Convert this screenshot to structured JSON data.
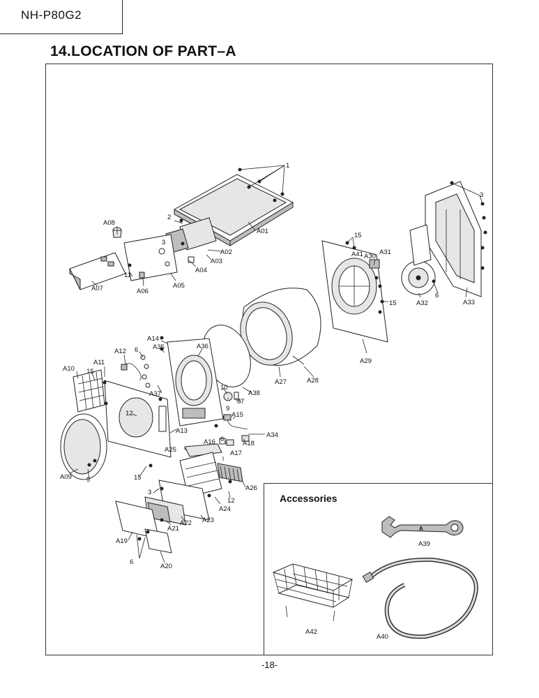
{
  "header": {
    "model": "NH-P80G2"
  },
  "page": {
    "title": "14.LOCATION OF PART–A",
    "number": "-18-"
  },
  "accessories": {
    "title": "Accessories"
  },
  "callouts": [
    "1",
    "2",
    "3",
    "A01",
    "A02",
    "A03",
    "A04",
    "A05",
    "A06",
    "A07",
    "A08",
    "11",
    "15",
    "A41",
    "A30",
    "A31",
    "15",
    "A29",
    "3",
    "A32",
    "6",
    "A33",
    "A14",
    "A35",
    "A36",
    "6",
    "A12",
    "A11",
    "A10",
    "15",
    "A37",
    "12",
    "10",
    "9",
    "8",
    "7",
    "A15",
    "A38",
    "A27",
    "A28",
    "A09",
    "5",
    "A13",
    "A34",
    "A16",
    "6",
    "A18",
    "A17",
    "A25",
    "15",
    "A26",
    "12",
    "3",
    "A24",
    "A22",
    "A23",
    "A21",
    "A19",
    "6",
    "A20",
    "A39",
    "A40",
    "A42"
  ],
  "spanner_mark": "A"
}
